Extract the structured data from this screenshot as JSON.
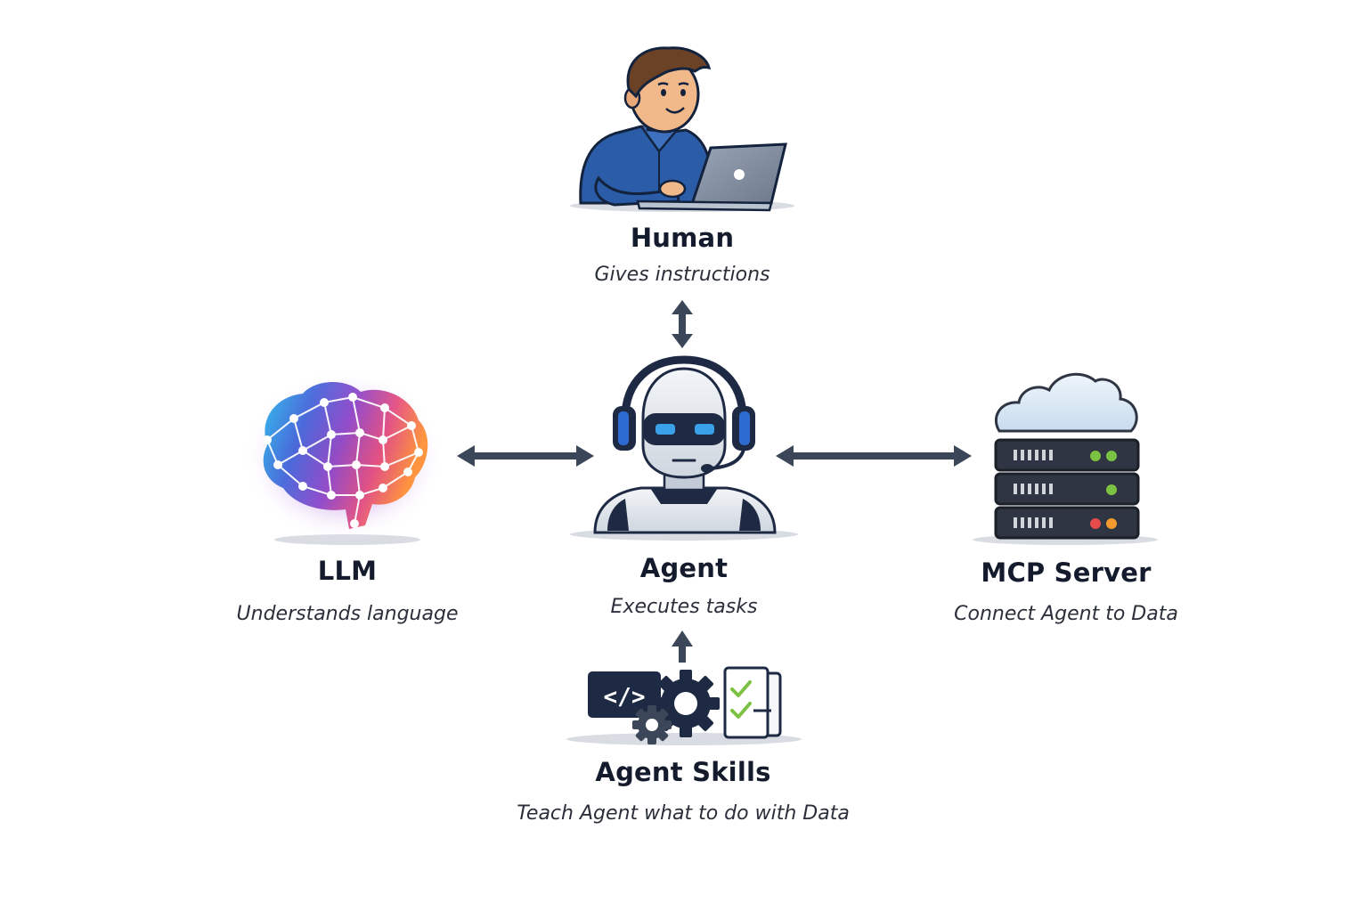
{
  "nodes": {
    "human": {
      "title": "Human",
      "subtitle": "Gives instructions"
    },
    "llm": {
      "title": "LLM",
      "subtitle": "Understands language"
    },
    "agent": {
      "title": "Agent",
      "subtitle": "Executes tasks"
    },
    "mcp": {
      "title": "MCP Server",
      "subtitle": "Connect Agent to Data"
    },
    "skills": {
      "title": "Agent Skills",
      "subtitle": "Teach Agent what to do with Data"
    }
  },
  "connections": [
    {
      "from": "human",
      "to": "agent",
      "direction": "both"
    },
    {
      "from": "llm",
      "to": "agent",
      "direction": "both"
    },
    {
      "from": "agent",
      "to": "mcp",
      "direction": "both"
    },
    {
      "from": "skills",
      "to": "agent",
      "direction": "forward"
    }
  ],
  "icons": {
    "human": "person-laptop-icon",
    "llm": "brain-network-icon",
    "agent": "robot-headset-icon",
    "mcp": "cloud-server-icon",
    "skills": "code-gears-checklist-icon"
  },
  "colors": {
    "arrow": "#3b4658",
    "text": "#141b2d",
    "shirt": "#2a5ca8",
    "server": "#2f3542",
    "cloud": "#d7e7f4",
    "visor": "#1e2a44",
    "accent_blue": "#3aa0e8",
    "led_green": "#7cc242",
    "led_red": "#e54b4b",
    "led_orange": "#f29a2e"
  }
}
